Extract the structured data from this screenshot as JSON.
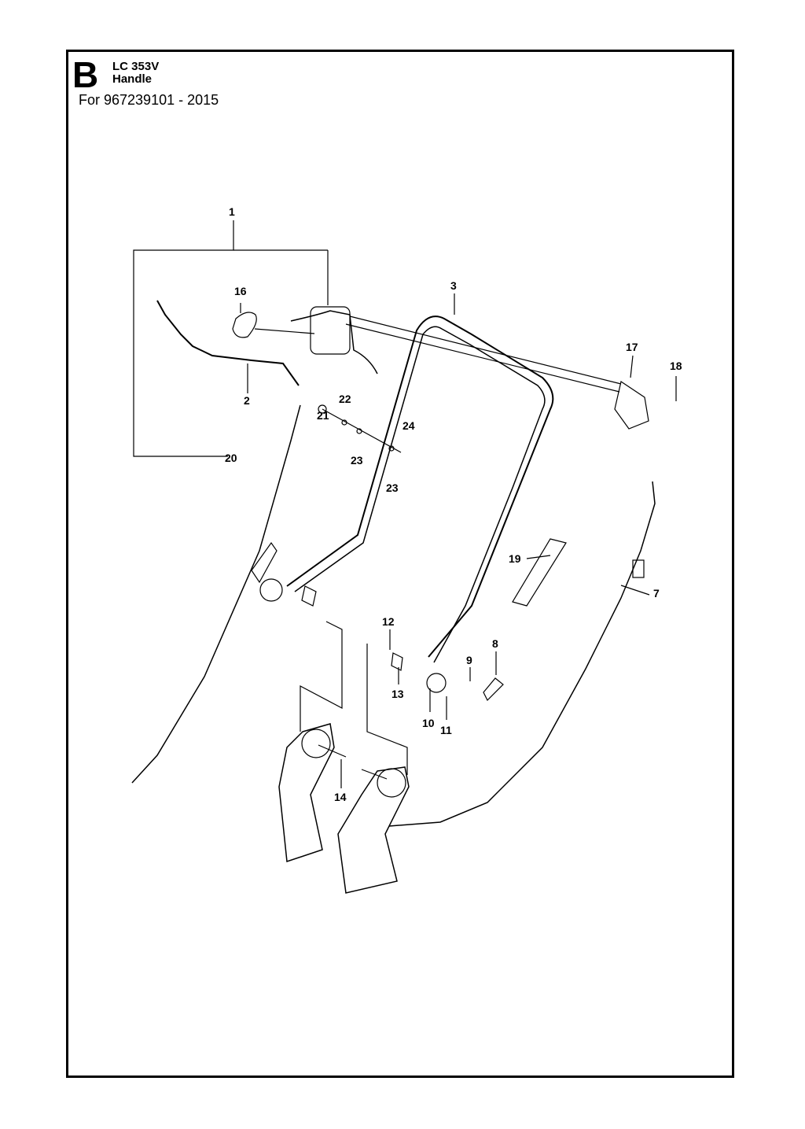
{
  "header": {
    "section_letter": "B",
    "model": "LC 353V",
    "group": "Handle",
    "subtitle": "For 967239101 - 2015"
  },
  "callouts": [
    "1",
    "2",
    "3",
    "7",
    "8",
    "9",
    "10",
    "11",
    "12",
    "13",
    "14",
    "16",
    "17",
    "18",
    "19",
    "20",
    "21",
    "22",
    "23",
    "23",
    "24"
  ]
}
